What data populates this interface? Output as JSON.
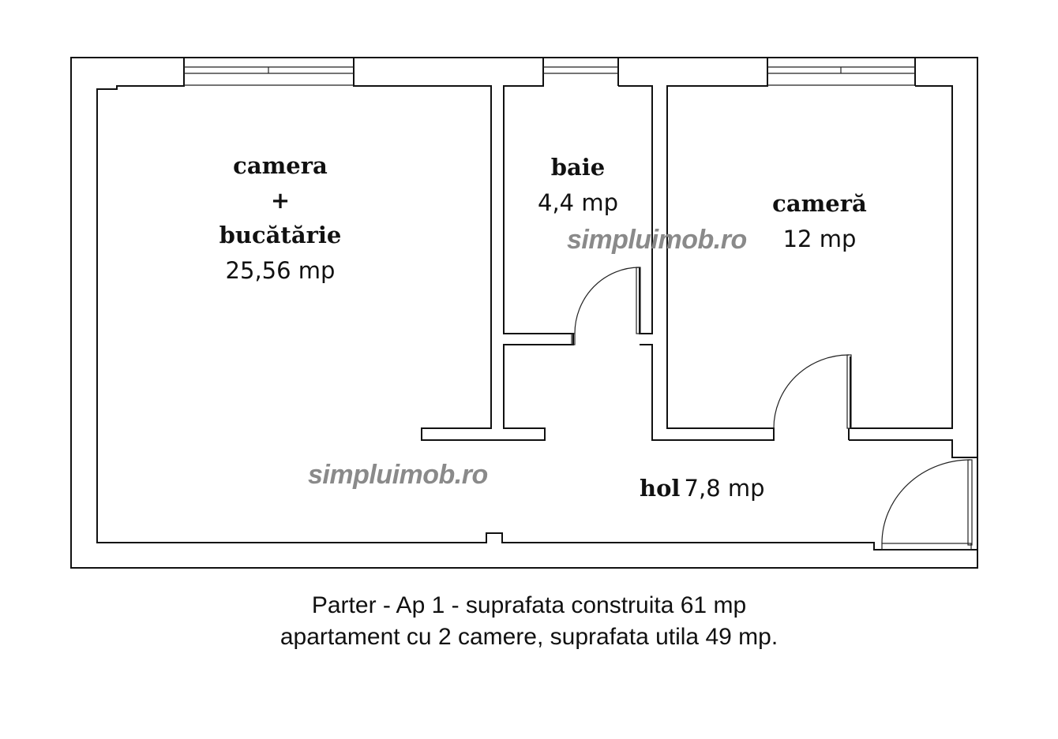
{
  "plan": {
    "rooms": [
      {
        "id": "camera-bucatarie",
        "name_lines": [
          "camera",
          "+",
          "bucătărie"
        ],
        "area": "25,56 mp"
      },
      {
        "id": "baie",
        "name_lines": [
          "baie"
        ],
        "area": "4,4 mp"
      },
      {
        "id": "camera",
        "name_lines": [
          "cameră"
        ],
        "area": "12 mp"
      },
      {
        "id": "hol",
        "name_lines": [
          "hol"
        ],
        "area": "7,8 mp"
      }
    ],
    "watermarks": [
      "simpluimob.ro",
      "simpluimob.ro"
    ]
  },
  "caption": {
    "line1": "Parter - Ap 1 - suprafata construita 61 mp",
    "line2": "apartament cu 2 camere, suprafata utila 49 mp."
  }
}
